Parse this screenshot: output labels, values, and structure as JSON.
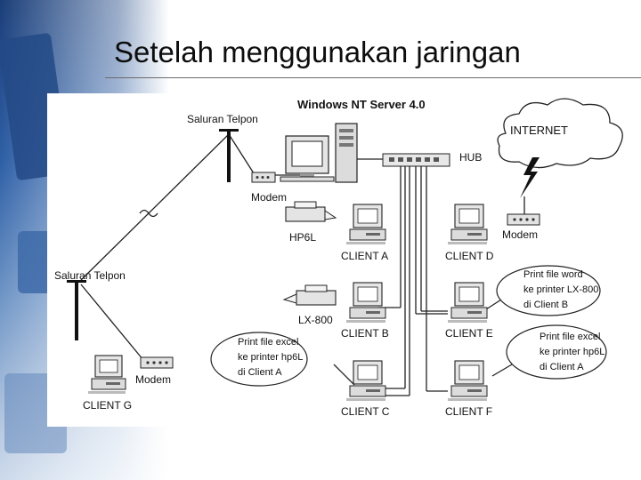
{
  "slide": {
    "title": "Setelah menggunakan jaringan"
  },
  "diagram": {
    "server_label": "Windows NT Server 4.0",
    "hub_label": "HUB",
    "internet_label": "INTERNET",
    "phone_line_top": "Saluran Telpon",
    "phone_line_left": "Saluran Telpon",
    "modem_server": "Modem",
    "modem_internet": "Modem",
    "modem_client_g": "Modem",
    "printer_hp6l": "HP6L",
    "printer_lx800": "LX-800",
    "clients": {
      "a": "CLIENT A",
      "b": "CLIENT B",
      "c": "CLIENT C",
      "d": "CLIENT D",
      "e": "CLIENT E",
      "f": "CLIENT F",
      "g": "CLIENT G"
    },
    "notes": {
      "left_excel": [
        "Print file excel",
        "ke printer hp6L",
        "di Client A"
      ],
      "right_word": [
        "Print file word",
        "ke printer LX-800",
        "di Client B"
      ],
      "right_excel": [
        "Print file excel",
        "ke printer hp6L",
        "di Client A"
      ]
    }
  }
}
